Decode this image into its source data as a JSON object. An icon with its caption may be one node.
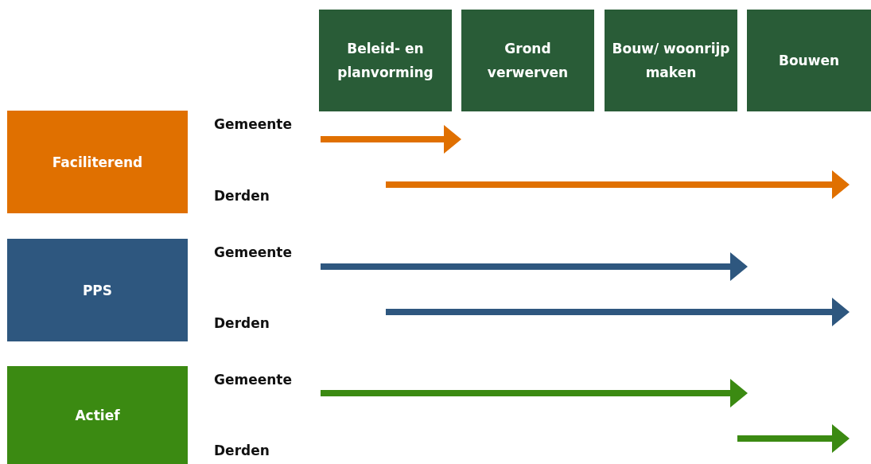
{
  "diagram": {
    "nodes": [
      {
        "text": [
          "Beleid- en planvorming"
        ]
      },
      {
        "text": [
          "Grond verwerven"
        ]
      },
      {
        "text": [
          "Bouw/ woonrijp maken"
        ]
      },
      {
        "text": [
          "Bouwen"
        ]
      },
      {
        "text": [
          "Faciliterend"
        ]
      },
      {
        "text": [
          "PPS"
        ]
      },
      {
        "text": [
          "Actief"
        ]
      }
    ],
    "labels": [
      "Gemeente",
      "Derden",
      "Gemeente",
      "Derden",
      "Gemeente",
      "Derden"
    ]
  }
}
